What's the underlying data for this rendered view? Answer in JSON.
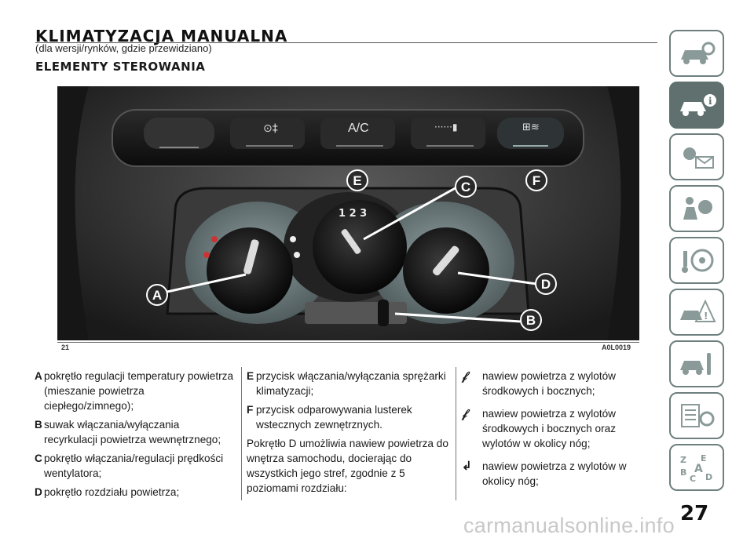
{
  "header": {
    "title": "KLIMATYZACJA MANUALNA",
    "subtitle": "(dla wersji/rynków, gdzie przewidziano)",
    "section": "ELEMENTY STEROWANIA"
  },
  "figure": {
    "panel_button_text": "A/C",
    "callouts": [
      "E",
      "C",
      "F",
      "A",
      "D",
      "B"
    ],
    "left_tag": "21",
    "right_tag": "A0L0019"
  },
  "col1": {
    "items": [
      {
        "letter": "A",
        "text": "pokrętło regulacji temperatury powietrza (mieszanie powietrza ciepłego/zimnego);"
      },
      {
        "letter": "B",
        "text": "suwak włączania/wyłączania recyrkulacji powietrza wewnętrznego;"
      },
      {
        "letter": "C",
        "text": "pokrętło włączania/regulacji prędkości wentylatora;"
      },
      {
        "letter": "D",
        "text": "pokrętło rozdziału powietrza;"
      }
    ]
  },
  "col2": {
    "items": [
      {
        "letter": "E",
        "text": "przycisk włączania/wyłączania sprężarki klimatyzacji;"
      },
      {
        "letter": "F",
        "text": "przycisk odparowywania lusterek wstecznych zewnętrznych."
      }
    ],
    "paragraph": "Pokrętło D umożliwia nawiew powietrza do wnętrza samochodu, docierając do wszystkich jego stref, zgodnie z 5 poziomami rozdziału:"
  },
  "col3": {
    "items": [
      {
        "icon": "vent-face-icon",
        "text": "nawiew powietrza z wylotów środkowych i bocznych;"
      },
      {
        "icon": "vent-face-feet-icon",
        "text": "nawiew powietrza z wylotów środkowych i bocznych oraz wylotów w okolicy nóg;"
      },
      {
        "icon": "vent-feet-icon",
        "text": "nawiew powietrza z wylotów w okolicy nóg;"
      }
    ]
  },
  "page": {
    "number": "27"
  },
  "watermark": "carmanualsonline.info",
  "side_tabs": [
    "car-search-icon",
    "car-info-icon",
    "lights-mail-icon",
    "seatbelt-airbag-icon",
    "steering-wheel-icon",
    "warning-car-icon",
    "car-service-icon",
    "specs-gear-icon",
    "alphabet-index-icon"
  ],
  "colors": {
    "tab_active": "#5f706f",
    "tab_border": "#6e7f7e",
    "callout": "#2a2a2a"
  }
}
